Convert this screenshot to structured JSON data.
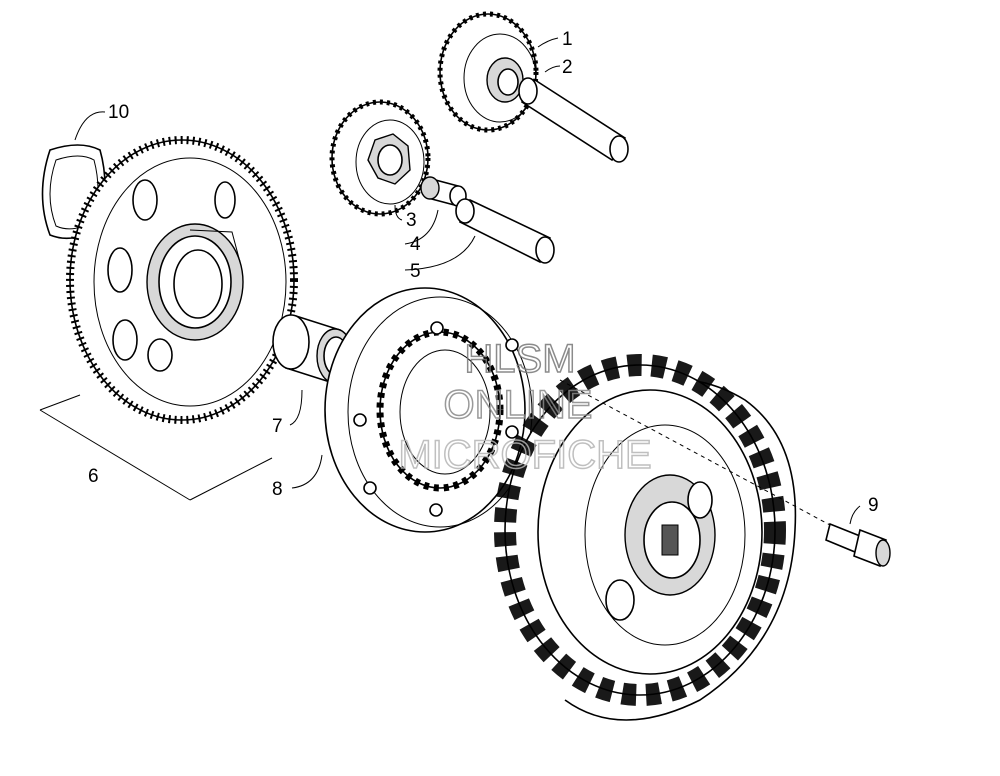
{
  "callouts": [
    {
      "id": "1",
      "label": "1"
    },
    {
      "id": "2",
      "label": "2"
    },
    {
      "id": "3",
      "label": "3"
    },
    {
      "id": "4",
      "label": "4"
    },
    {
      "id": "5",
      "label": "5"
    },
    {
      "id": "6",
      "label": "6"
    },
    {
      "id": "7",
      "label": "7"
    },
    {
      "id": "8",
      "label": "8"
    },
    {
      "id": "9",
      "label": "9"
    },
    {
      "id": "10",
      "label": "10"
    }
  ],
  "watermark": {
    "line1": "HLSM",
    "line2": "ONLINE",
    "line3": "MICROFICHE",
    "color": "#b4b4b4"
  }
}
